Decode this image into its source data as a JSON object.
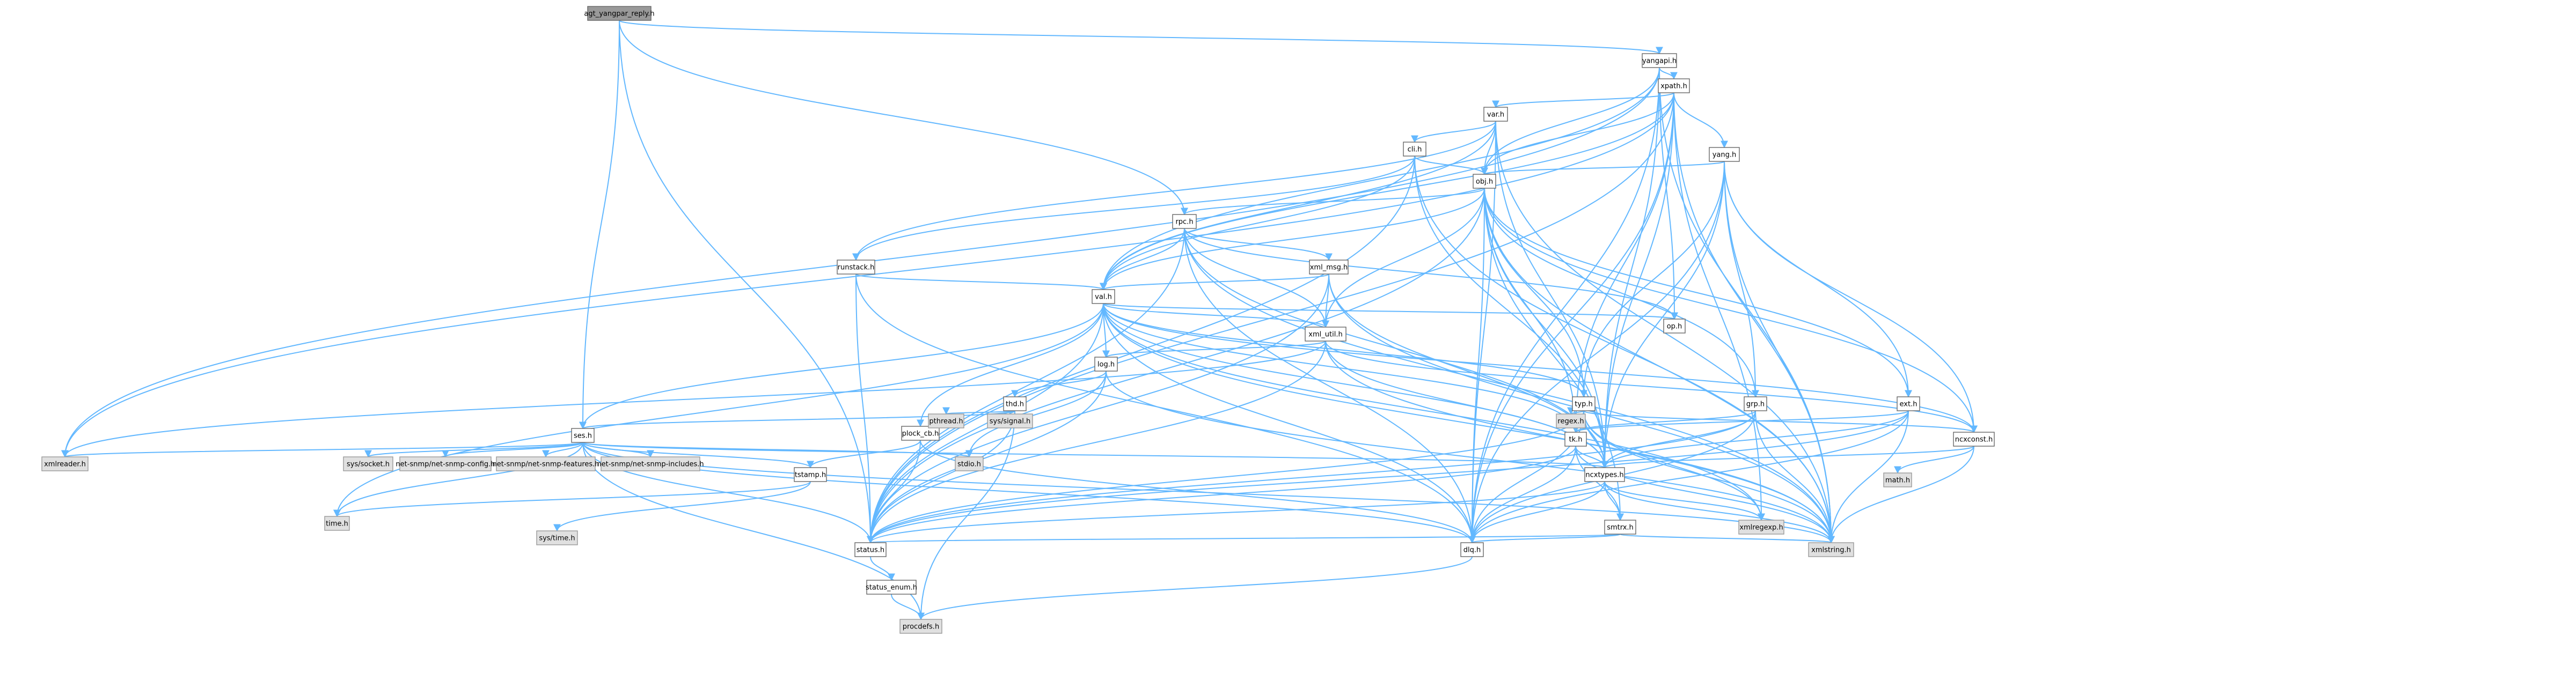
{
  "diagram": {
    "type": "include-dependency-graph",
    "colors": {
      "edge": "#63b8ff",
      "node_border": "#666666",
      "node_fill": "#ffffff",
      "system_header_fill": "#e0e0e0",
      "focus_fill": "#999999"
    },
    "nodes": [
      {
        "id": "agt_yangpar_reply",
        "label": "agt_yangpar_reply.h",
        "kind": "focus"
      },
      {
        "id": "yangapi",
        "label": "yangapi.h",
        "kind": "normal"
      },
      {
        "id": "xpath",
        "label": "xpath.h",
        "kind": "normal"
      },
      {
        "id": "var",
        "label": "var.h",
        "kind": "normal"
      },
      {
        "id": "yang",
        "label": "yang.h",
        "kind": "normal"
      },
      {
        "id": "cli",
        "label": "cli.h",
        "kind": "normal"
      },
      {
        "id": "obj",
        "label": "obj.h",
        "kind": "normal"
      },
      {
        "id": "rpc",
        "label": "rpc.h",
        "kind": "normal"
      },
      {
        "id": "runstack",
        "label": "runstack.h",
        "kind": "normal"
      },
      {
        "id": "xml_msg",
        "label": "xml_msg.h",
        "kind": "normal"
      },
      {
        "id": "val",
        "label": "val.h",
        "kind": "normal"
      },
      {
        "id": "op",
        "label": "op.h",
        "kind": "normal"
      },
      {
        "id": "xml_util",
        "label": "xml_util.h",
        "kind": "normal"
      },
      {
        "id": "log",
        "label": "log.h",
        "kind": "normal"
      },
      {
        "id": "typ",
        "label": "typ.h",
        "kind": "normal"
      },
      {
        "id": "grp",
        "label": "grp.h",
        "kind": "normal"
      },
      {
        "id": "ext",
        "label": "ext.h",
        "kind": "normal"
      },
      {
        "id": "thd",
        "label": "thd.h",
        "kind": "normal"
      },
      {
        "id": "plock_cb",
        "label": "plock_cb.h",
        "kind": "normal"
      },
      {
        "id": "ses",
        "label": "ses.h",
        "kind": "normal"
      },
      {
        "id": "tk",
        "label": "tk.h",
        "kind": "normal"
      },
      {
        "id": "ncxconst",
        "label": "ncxconst.h",
        "kind": "normal"
      },
      {
        "id": "ncxtypes",
        "label": "ncxtypes.h",
        "kind": "normal"
      },
      {
        "id": "tstamp",
        "label": "tstamp.h",
        "kind": "normal"
      },
      {
        "id": "dlq",
        "label": "dlq.h",
        "kind": "normal"
      },
      {
        "id": "status",
        "label": "status.h",
        "kind": "normal"
      },
      {
        "id": "status_enum",
        "label": "status_enum.h",
        "kind": "normal"
      },
      {
        "id": "xmlstring",
        "label": "xmlstring.h",
        "kind": "sys"
      },
      {
        "id": "xmlreader",
        "label": "xmlreader.h",
        "kind": "sys"
      },
      {
        "id": "xmlregexp",
        "label": "xmlregexp.h",
        "kind": "sys"
      },
      {
        "id": "procdefs",
        "label": "procdefs.h",
        "kind": "sys"
      },
      {
        "id": "time",
        "label": "time.h",
        "kind": "sys"
      },
      {
        "id": "stdio",
        "label": "stdio.h",
        "kind": "sys"
      },
      {
        "id": "pthread",
        "label": "pthread.h",
        "kind": "sys"
      },
      {
        "id": "sys_signal",
        "label": "sys/signal.h",
        "kind": "sys"
      },
      {
        "id": "regex",
        "label": "regex.h",
        "kind": "sys"
      },
      {
        "id": "math",
        "label": "math.h",
        "kind": "sys"
      },
      {
        "id": "sys_socket",
        "label": "sys/socket.h",
        "kind": "sys"
      },
      {
        "id": "netsnmp_config",
        "label": "net-snmp/net-snmp-config.h",
        "kind": "sys"
      },
      {
        "id": "netsnmp_features",
        "label": "net-snmp/net-snmp-features.h",
        "kind": "sys"
      },
      {
        "id": "netsnmp_includes",
        "label": "net-snmp/net-snmp-includes.h",
        "kind": "sys"
      },
      {
        "id": "sys_time",
        "label": "sys/time.h",
        "kind": "sys"
      }
    ],
    "edges": [
      [
        "agt_yangpar_reply",
        "yangapi"
      ],
      [
        "agt_yangpar_reply",
        "rpc"
      ],
      [
        "agt_yangpar_reply",
        "ses"
      ],
      [
        "agt_yangpar_reply",
        "status"
      ],
      [
        "yangapi",
        "xpath"
      ],
      [
        "yangapi",
        "obj"
      ],
      [
        "yangapi",
        "val"
      ],
      [
        "yangapi",
        "xmlreader"
      ],
      [
        "yangapi",
        "op"
      ],
      [
        "yangapi",
        "ncxtypes"
      ],
      [
        "yangapi",
        "xmlstring"
      ],
      [
        "yangapi",
        "dlq"
      ],
      [
        "xpath",
        "var"
      ],
      [
        "xpath",
        "yang"
      ],
      [
        "xpath",
        "obj"
      ],
      [
        "xpath",
        "val"
      ],
      [
        "xpath",
        "tk"
      ],
      [
        "xpath",
        "ncxtypes"
      ],
      [
        "xpath",
        "xmlreader"
      ],
      [
        "xpath",
        "xmlregexp"
      ],
      [
        "xpath",
        "xmlstring"
      ],
      [
        "xpath",
        "dlq"
      ],
      [
        "xpath",
        "status"
      ],
      [
        "var",
        "cli"
      ],
      [
        "var",
        "runstack"
      ],
      [
        "var",
        "obj"
      ],
      [
        "var",
        "val"
      ],
      [
        "var",
        "ncxtypes"
      ],
      [
        "var",
        "dlq"
      ],
      [
        "var",
        "xmlstring"
      ],
      [
        "yang",
        "obj"
      ],
      [
        "yang",
        "typ"
      ],
      [
        "yang",
        "grp"
      ],
      [
        "yang",
        "ext"
      ],
      [
        "yang",
        "ncxconst"
      ],
      [
        "yang",
        "ncxtypes"
      ],
      [
        "yang",
        "xmlstring"
      ],
      [
        "yang",
        "dlq"
      ],
      [
        "cli",
        "obj"
      ],
      [
        "cli",
        "runstack"
      ],
      [
        "cli",
        "val"
      ],
      [
        "cli",
        "ncxtypes"
      ],
      [
        "cli",
        "status"
      ],
      [
        "cli",
        "xmlstring"
      ],
      [
        "obj",
        "rpc"
      ],
      [
        "obj",
        "val"
      ],
      [
        "obj",
        "typ"
      ],
      [
        "obj",
        "grp"
      ],
      [
        "obj",
        "ext"
      ],
      [
        "obj",
        "tk"
      ],
      [
        "obj",
        "ncxconst"
      ],
      [
        "obj",
        "ncxtypes"
      ],
      [
        "obj",
        "xml_util"
      ],
      [
        "obj",
        "status"
      ],
      [
        "obj",
        "dlq"
      ],
      [
        "obj",
        "xmlstring"
      ],
      [
        "obj",
        "smtrx"
      ],
      [
        "rpc",
        "xml_msg"
      ],
      [
        "rpc",
        "val"
      ],
      [
        "rpc",
        "ncxtypes"
      ],
      [
        "rpc",
        "op"
      ],
      [
        "rpc",
        "status"
      ],
      [
        "rpc",
        "dlq"
      ],
      [
        "rpc",
        "xmlstring"
      ],
      [
        "rpc",
        "xml_util"
      ],
      [
        "runstack",
        "val"
      ],
      [
        "runstack",
        "status"
      ],
      [
        "runstack",
        "dlq"
      ],
      [
        "xml_msg",
        "val"
      ],
      [
        "xml_msg",
        "xml_util"
      ],
      [
        "xml_msg",
        "ncxtypes"
      ],
      [
        "xml_msg",
        "status"
      ],
      [
        "xml_msg",
        "xmlstring"
      ],
      [
        "val",
        "op"
      ],
      [
        "val",
        "xml_util"
      ],
      [
        "val",
        "log"
      ],
      [
        "val",
        "typ"
      ],
      [
        "val",
        "plock_cb"
      ],
      [
        "val",
        "ses"
      ],
      [
        "val",
        "tk"
      ],
      [
        "val",
        "ncxtypes"
      ],
      [
        "val",
        "ncxconst"
      ],
      [
        "val",
        "status"
      ],
      [
        "val",
        "dlq"
      ],
      [
        "val",
        "xmlstring"
      ],
      [
        "val",
        "xmlregexp"
      ],
      [
        "val",
        "time"
      ],
      [
        "xml_util",
        "log"
      ],
      [
        "xml_util",
        "ncxconst"
      ],
      [
        "xml_util",
        "ncxtypes"
      ],
      [
        "xml_util",
        "status"
      ],
      [
        "xml_util",
        "xmlreader"
      ],
      [
        "xml_util",
        "xmlstring"
      ],
      [
        "log",
        "thd"
      ],
      [
        "log",
        "status"
      ],
      [
        "log",
        "stdio"
      ],
      [
        "log",
        "xmlstring"
      ],
      [
        "typ",
        "tk"
      ],
      [
        "typ",
        "ncxconst"
      ],
      [
        "typ",
        "ncxtypes"
      ],
      [
        "typ",
        "status"
      ],
      [
        "typ",
        "dlq"
      ],
      [
        "typ",
        "xmlstring"
      ],
      [
        "typ",
        "xmlregexp"
      ],
      [
        "typ",
        "regex"
      ],
      [
        "grp",
        "tk"
      ],
      [
        "grp",
        "ncxtypes"
      ],
      [
        "grp",
        "status"
      ],
      [
        "grp",
        "dlq"
      ],
      [
        "grp",
        "xmlstring"
      ],
      [
        "ext",
        "tk"
      ],
      [
        "ext",
        "ncxtypes"
      ],
      [
        "ext",
        "status"
      ],
      [
        "ext",
        "dlq"
      ],
      [
        "ext",
        "xmlstring"
      ],
      [
        "thd",
        "ses"
      ],
      [
        "thd",
        "pthread"
      ],
      [
        "thd",
        "sys_signal"
      ],
      [
        "thd",
        "status"
      ],
      [
        "thd",
        "procdefs"
      ],
      [
        "plock_cb",
        "tstamp"
      ],
      [
        "plock_cb",
        "status"
      ],
      [
        "plock_cb",
        "dlq"
      ],
      [
        "ses",
        "tstamp"
      ],
      [
        "ses",
        "ncxtypes"
      ],
      [
        "ses",
        "status"
      ],
      [
        "ses",
        "dlq"
      ],
      [
        "ses",
        "procdefs"
      ],
      [
        "ses",
        "time"
      ],
      [
        "ses",
        "stdio"
      ],
      [
        "ses",
        "xmlreader"
      ],
      [
        "ses",
        "xmlstring"
      ],
      [
        "ses",
        "sys_socket"
      ],
      [
        "ses",
        "netsnmp_config"
      ],
      [
        "ses",
        "netsnmp_features"
      ],
      [
        "ses",
        "netsnmp_includes"
      ],
      [
        "tk",
        "ncxtypes"
      ],
      [
        "tk",
        "status"
      ],
      [
        "tk",
        "dlq"
      ],
      [
        "tk",
        "xmlstring"
      ],
      [
        "tk",
        "smtrx"
      ],
      [
        "ncxconst",
        "ncxtypes"
      ],
      [
        "ncxconst",
        "math"
      ],
      [
        "ncxconst",
        "xmlstring"
      ],
      [
        "ncxtypes",
        "smtrx"
      ],
      [
        "ncxtypes",
        "dlq"
      ],
      [
        "ncxtypes",
        "xmlstring"
      ],
      [
        "ncxtypes",
        "xmlregexp"
      ],
      [
        "ncxtypes",
        "status"
      ],
      [
        "tstamp",
        "time"
      ],
      [
        "tstamp",
        "sys_time"
      ],
      [
        "smtrx",
        "status"
      ],
      [
        "smtrx",
        "dlq"
      ],
      [
        "smtrx",
        "xmlstring"
      ],
      [
        "status",
        "status_enum"
      ],
      [
        "status_enum",
        "procdefs"
      ],
      [
        "dlq",
        "procdefs"
      ]
    ]
  },
  "extra_nodes": [
    {
      "id": "smtrx",
      "label": "smtrx.h",
      "kind": "normal"
    }
  ]
}
